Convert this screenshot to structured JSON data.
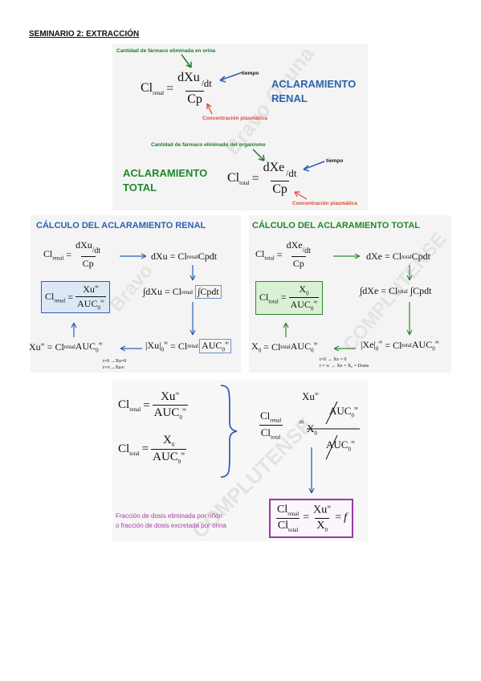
{
  "header": {
    "title": "SEMINARIO 2: EXTRACCIÓN"
  },
  "top": {
    "renal": {
      "note_top": "Cantidad de fármaco eliminada en orina",
      "note_time": "tiempo",
      "note_bottom": "Concentración plasmática",
      "label": "ACLARAMIENTO RENAL",
      "cl": "Cl",
      "cl_sub": "renal",
      "num": "dXu",
      "dt": "dt",
      "den": "Cp"
    },
    "total": {
      "note_top": "Cantidad de fármaco eliminado del organismo",
      "note_time": "tiempo",
      "note_bottom": "Concentración plasmática",
      "label": "ACLARAMIENTO TOTAL",
      "cl": "Cl",
      "cl_sub": "total",
      "num": "dXe",
      "dt": "dt",
      "den": "Cp"
    }
  },
  "renal_calc": {
    "title": "CÁLCULO DEL ACLARAMIENTO RENAL",
    "eq1_rhs": "dXu = Cl",
    "eq1_sub": "renal",
    "eq1_end": "Cpdt",
    "integral": "∫dXu = Cl",
    "integral_sub": "renal",
    "integral_end": "∫Cpdt",
    "boxed_num": "Xu",
    "boxed_den": "AUC",
    "bottom_left": "Xu",
    "bottom_left_rhs": " = Cl",
    "bottom_left_sub": "renal",
    "bottom_left_end": "AUC",
    "bottom_right": "|Xu|",
    "bottom_right_rhs": " = Cl",
    "bottom_right_sub": "renal",
    "bottom_right_end": "AUC",
    "cond1": "t=0 →Xu=0",
    "cond2": "t=∞→Xu∞"
  },
  "total_calc": {
    "title": "CÁLCULO DEL ACLARAMIENTO TOTAL",
    "eq1_rhs": "dXe = Cl",
    "eq1_sub": "total",
    "eq1_end": "Cpdt",
    "integral": "∫dXe = Cl",
    "integral_sub": "total",
    "integral_end": "∫Cpdt",
    "boxed_num": "X",
    "boxed_den": "AUC",
    "bottom_left": "X",
    "bottom_left_rhs": " = Cl",
    "bottom_left_sub": "total",
    "bottom_left_end": "AUC",
    "bottom_right": "|Xe|",
    "bottom_right_rhs": " = Cl",
    "bottom_right_sub": "total",
    "bottom_right_end": "AUC",
    "cond1": "t=0 → Xe = 0",
    "cond2": "t = ∞ → Xe = X₀ = Dosis"
  },
  "summary": {
    "cl": "Cl",
    "renal": "renal",
    "total": "total",
    "xu": "Xu",
    "x0": "X",
    "auc": "AUC",
    "inf": "∞",
    "zero": "0",
    "f": "f",
    "note_line1": "Fracción de dosis eliminada por riñón",
    "note_line2": "o fracción de dosis excretada por orina"
  },
  "colors": {
    "blue": "#2c62b0",
    "green": "#1f8a2a",
    "purple": "#9b3ba0",
    "red": "#e04a3a"
  }
}
